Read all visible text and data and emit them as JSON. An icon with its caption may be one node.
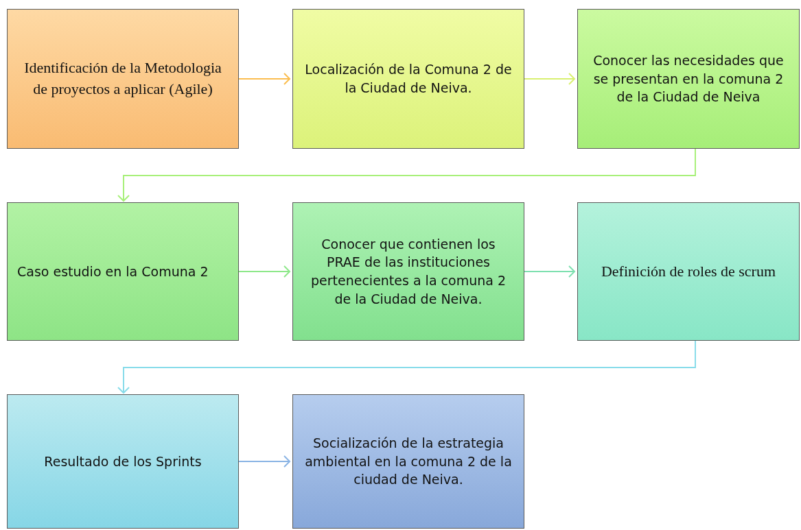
{
  "diagram": {
    "nodes": [
      {
        "text": [
          "Identificación de la Metodologia de proyectos a aplicar (Agile)"
        ]
      },
      {
        "text": [
          "Localización de la Comuna 2 de la Ciudad de Neiva."
        ]
      },
      {
        "text": [
          "Conocer las necesidades que se presentan en la comuna 2 de la Ciudad de Neiva"
        ]
      },
      {
        "text": [
          "Caso estudio en la Comuna 2"
        ]
      },
      {
        "text": [
          "Conocer que contienen los PRAE de las instituciones pertenecientes a la comuna 2 de la Ciudad de Neiva."
        ]
      },
      {
        "text": [
          "Definición de roles de scrum"
        ]
      },
      {
        "text": [
          "Resultado de los Sprints"
        ]
      },
      {
        "text": [
          "Socialización de la estrategia ambiental en la comuna 2 de la ciudad de Neiva."
        ]
      }
    ],
    "edges": [
      {
        "from": 0,
        "to": 1,
        "arrow": "to",
        "color": "#fbbd4f"
      },
      {
        "from": 1,
        "to": 2,
        "arrow": "to",
        "color": "#d8f070"
      },
      {
        "from": 2,
        "to": 3,
        "arrow": "to",
        "color": "#a8f07a"
      },
      {
        "from": 3,
        "to": 4,
        "arrow": "to",
        "color": "#8ee88a"
      },
      {
        "from": 4,
        "to": 5,
        "arrow": "to",
        "color": "#7ee0b0"
      },
      {
        "from": 5,
        "to": 6,
        "arrow": "to",
        "color": "#88dcea"
      },
      {
        "from": 6,
        "to": 7,
        "arrow": "to",
        "color": "#8ab4e4"
      }
    ]
  }
}
